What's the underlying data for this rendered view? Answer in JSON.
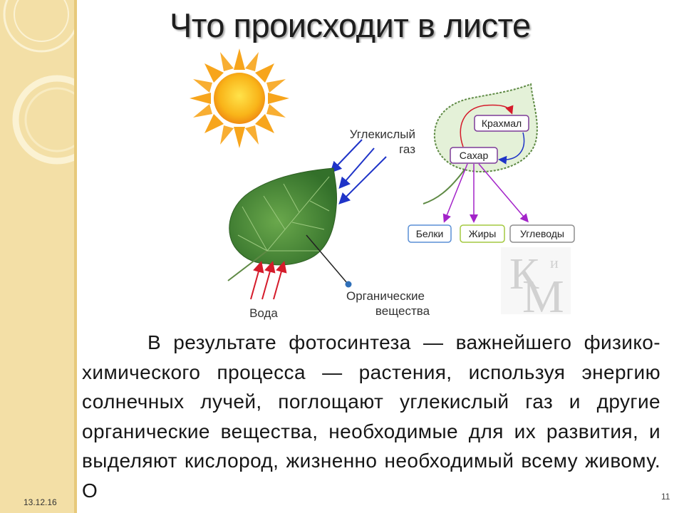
{
  "slide": {
    "title": "Что происходит в листе",
    "date": "13.12.16",
    "page_number": "11"
  },
  "diagram": {
    "co2_label": [
      "Углекислый",
      "газ"
    ],
    "water_label": "Вода",
    "organic_label": [
      "Органические",
      "вещества"
    ],
    "starch_label": "Крахмал",
    "sugar_label": "Сахар",
    "products": [
      "Белки",
      "Жиры",
      "Углеводы"
    ],
    "watermark_letters": [
      "К",
      "и",
      "М"
    ]
  },
  "body": {
    "paragraph": "В результате фотосинтеза — важнейшего физико-химического процесса — растения, используя энергию солнечных лучей, поглощают углекислый газ и другие органические вещества, необходимые для их развития, и выделяют кислород, жизненно необходимый всему живому. О"
  },
  "colors": {
    "background": "#ffffff",
    "left_band": "#f3dfa6",
    "sun": "#f7a51c",
    "leaf": "#4f8f36",
    "arrow_co2": "#1f34c8",
    "arrow_water": "#d51b2b",
    "arrow_products": "#a323c9",
    "box_starch": "#7d3c98",
    "box_belki": "#5a8fd6",
    "box_zhiry": "#a4c940",
    "box_uglevody": "#8e8e8e"
  }
}
